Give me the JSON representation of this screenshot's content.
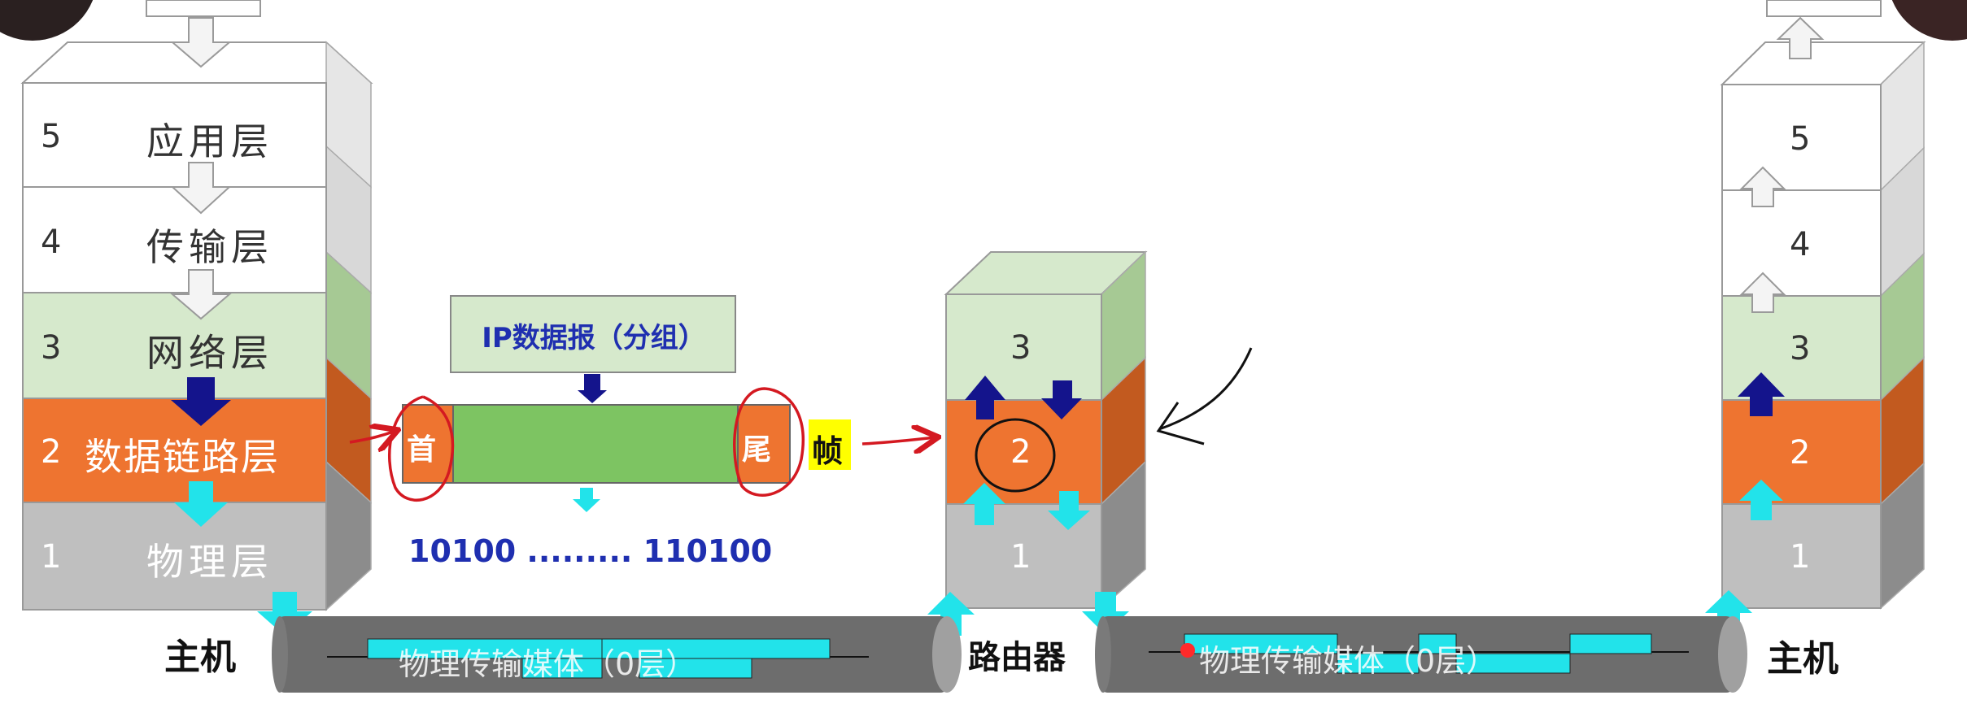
{
  "colors": {
    "layer5": "#ffffff",
    "layer4": "#ffffff",
    "layer3": "#d6e9cc",
    "layer2": "#ee7430",
    "layer1": "#bfbfbf",
    "green_payload": "#7dc462",
    "cyan": "#22e3ea",
    "navy": "#14148c",
    "annotation": "#d41921",
    "pipe": "#6d6d6d"
  },
  "left_host": {
    "layers": [
      {
        "num": "5",
        "name": "应用层"
      },
      {
        "num": "4",
        "name": "传输层"
      },
      {
        "num": "3",
        "name": "网络层"
      },
      {
        "num": "2",
        "name": "数据链路层"
      },
      {
        "num": "1",
        "name": "物理层"
      }
    ],
    "label": "主机"
  },
  "router": {
    "layers": [
      "3",
      "2",
      "1"
    ],
    "label": "路由器"
  },
  "right_host": {
    "layers": [
      "5",
      "4",
      "3",
      "2",
      "1"
    ],
    "label": "主机"
  },
  "frame": {
    "packet_label": "IP数据报（分组）",
    "header": "首",
    "trailer": "尾",
    "frame_label": "帧",
    "bits": "10100 ......... 110100"
  },
  "media": {
    "left": "物理传输媒体（0层）",
    "right": "物理传输媒体（0层）"
  }
}
